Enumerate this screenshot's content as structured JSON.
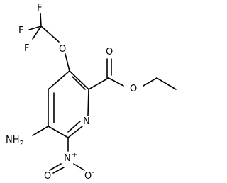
{
  "atoms": {
    "f_top": "F",
    "f_left": "F",
    "f_bottom": "F",
    "o_ether": "O",
    "o_carbonyl": "O",
    "o_ester": "O",
    "n_ring": "N",
    "amino": "NH",
    "amino_subscript": "2",
    "nitro_n": "N",
    "nitro_n_charge": "+",
    "nitro_o_bottom": "O",
    "nitro_o_bottom_charge": "-",
    "nitro_o_left": "O"
  }
}
